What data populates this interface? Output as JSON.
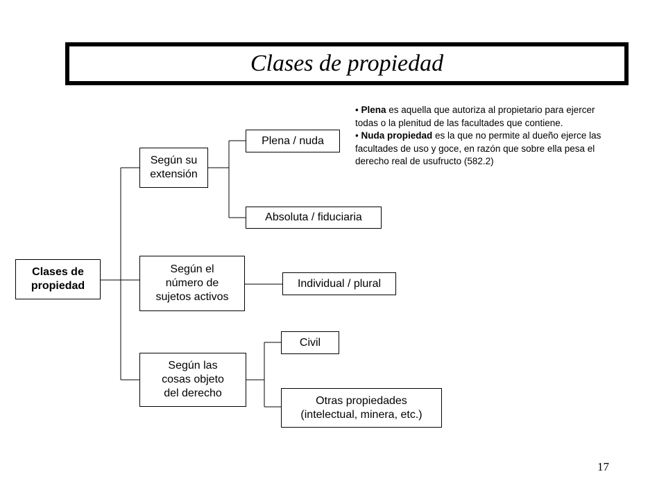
{
  "title": "Clases de propiedad",
  "root": "Clases de\npropiedad",
  "categories": {
    "extension": "Según su\nextensión",
    "numero": "Según el\nnúmero de\nsujetos activos",
    "cosas": "Según las\ncosas objeto\ndel derecho"
  },
  "leaves": {
    "plena": "Plena / nuda",
    "absoluta": "Absoluta / fiduciaria",
    "individual": "Individual / plural",
    "civil": "Civil",
    "otras": "Otras propiedades\n(intelectual, minera, etc.)"
  },
  "notes": [
    {
      "bullet": "•",
      "term": "Plena",
      "text": " es aquella que autoriza al propietario para ejercer todas o la plenitud de las facultades que contiene."
    },
    {
      "bullet": "•",
      "term": "Nuda propiedad",
      "text": " es la que no permite al dueño ejerce las facultades de uso y goce, en razón que sobre ella pesa el derecho real de usufructo (582.2)"
    }
  ],
  "page_number": "17"
}
